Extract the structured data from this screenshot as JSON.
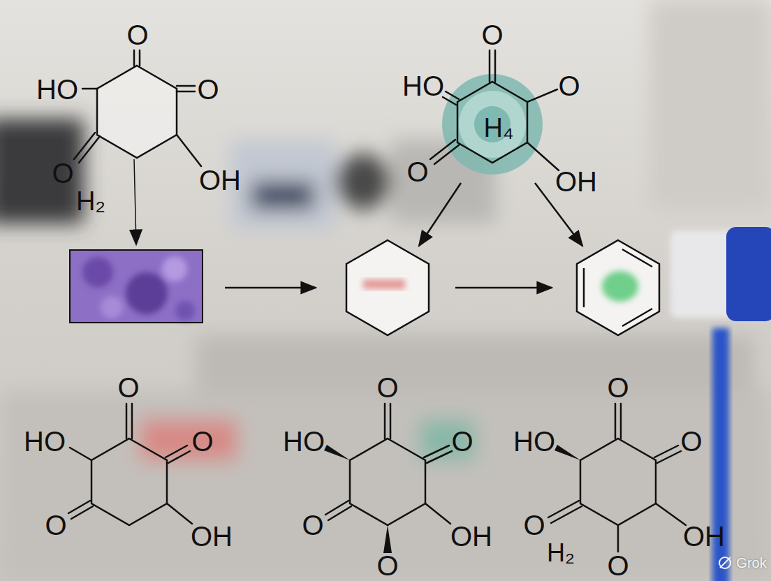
{
  "diagram": {
    "labels": [
      "O",
      "HO",
      "O",
      "O",
      "H₂",
      "OH",
      "O",
      "HO",
      "O",
      "H₄",
      "O",
      "OH",
      "O",
      "HO",
      "O",
      "O",
      "OH",
      "O",
      "HO",
      "O",
      "O",
      "OH",
      "O",
      "O",
      "HO",
      "O",
      "O",
      "H₂",
      "OH",
      "O",
      "Grok"
    ]
  }
}
